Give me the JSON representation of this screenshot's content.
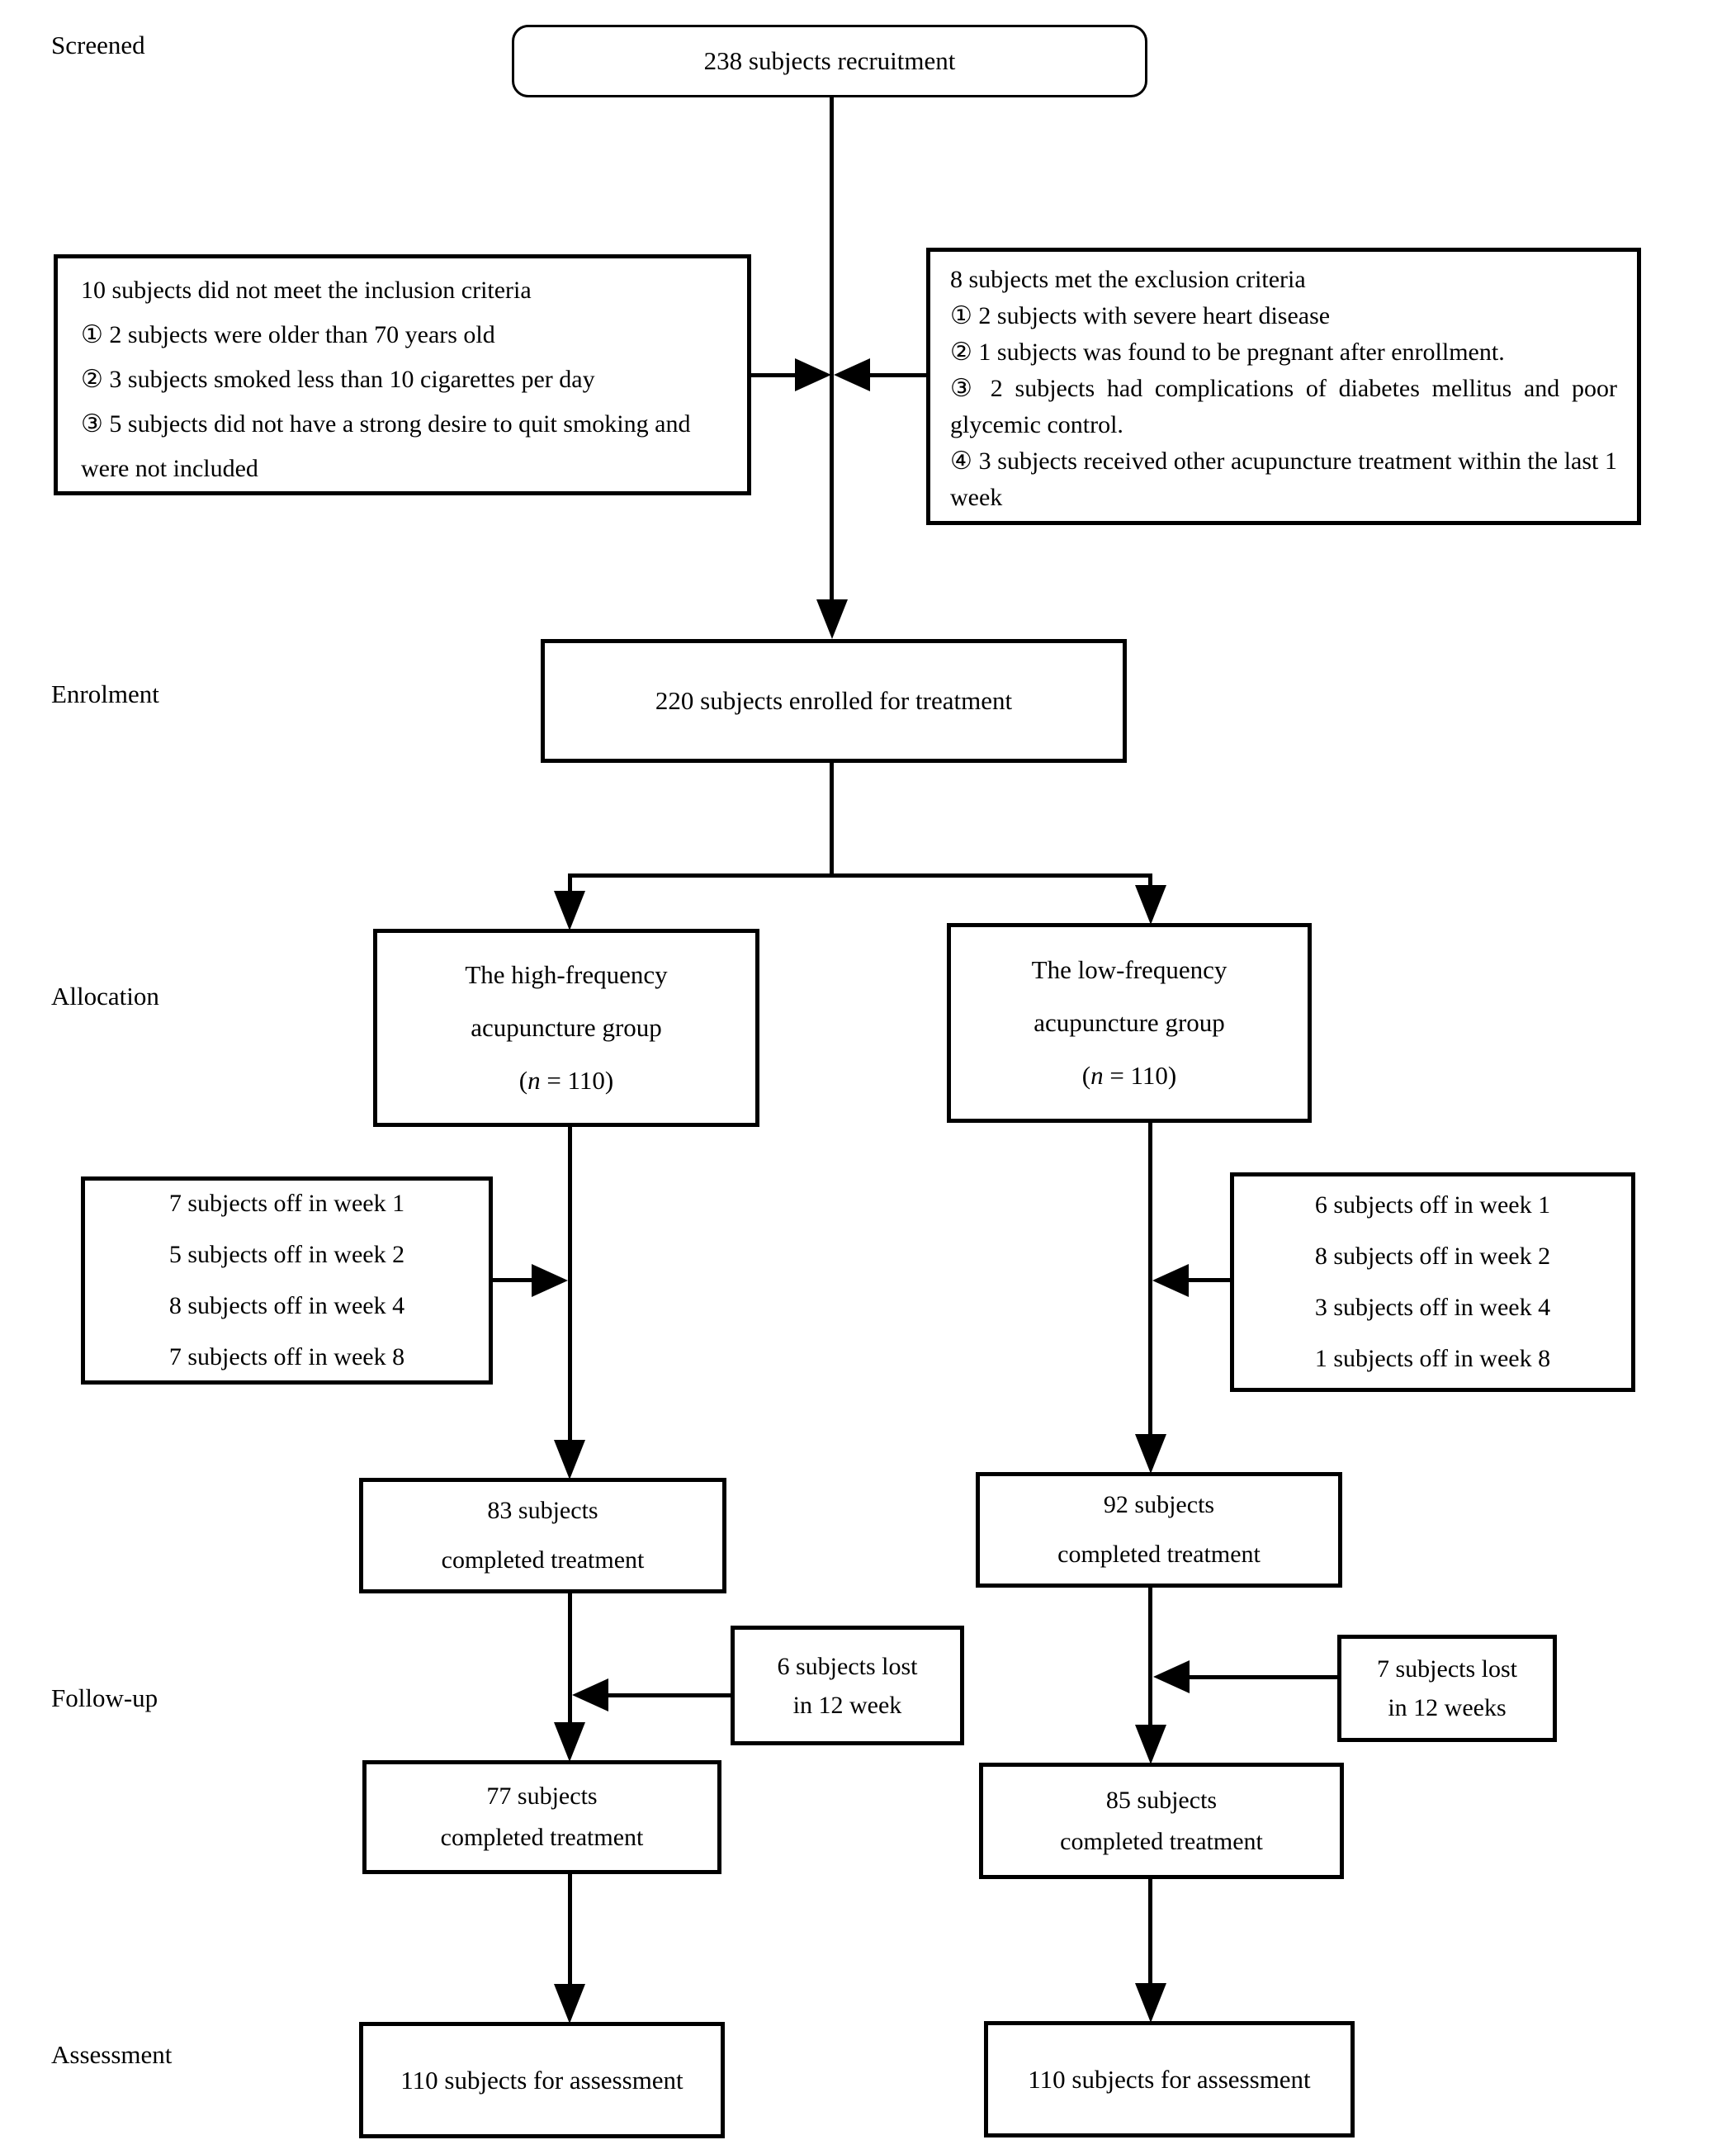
{
  "stage_labels": {
    "screened": "Screened",
    "enrolment": "Enrolment",
    "allocation": "Allocation",
    "followup": "Follow-up",
    "assessment": "Assessment"
  },
  "boxes": {
    "recruitment": "238 subjects recruitment",
    "inclusion": {
      "line1": "10 subjects did not meet the inclusion criteria",
      "line2": "① 2 subjects were older than 70 years old",
      "line3": "② 3 subjects smoked less than 10 cigarettes per day",
      "line4": "③ 5 subjects did not have a strong desire to quit smoking and were not included"
    },
    "exclusion": {
      "line1": "8 subjects met the exclusion criteria",
      "line2": "① 2 subjects with severe heart disease",
      "line3": "② 1 subjects was found to be pregnant after enrollment.",
      "line4": "③ 2 subjects had complications of diabetes mellitus and poor glycemic control.",
      "line5": "④ 3 subjects received other acupuncture treatment within the last 1 week"
    },
    "enrolled": "220 subjects enrolled for treatment",
    "group_high": {
      "line1": "The high-frequency",
      "line2": "acupuncture group",
      "n_prefix": "(",
      "n_var": "n",
      "n_suffix": " = 110)"
    },
    "group_low": {
      "line1": "The low-frequency",
      "line2": "acupuncture group",
      "n_prefix": "(",
      "n_var": "n",
      "n_suffix": " = 110)"
    },
    "dropout_high": {
      "line1": "7 subjects off in week 1",
      "line2": "5 subjects off in week 2",
      "line3": "8 subjects off in week 4",
      "line4": "7 subjects off in week 8"
    },
    "dropout_low": {
      "line1": "6 subjects off in week 1",
      "line2": "8 subjects off in week 2",
      "line3": "3 subjects off in week 4",
      "line4": "1 subjects off in week 8"
    },
    "completed_high": {
      "line1": "83 subjects",
      "line2": "completed treatment"
    },
    "completed_low": {
      "line1": "92 subjects",
      "line2": "completed treatment"
    },
    "lost_high": {
      "line1": "6 subjects lost",
      "line2": "in 12 week"
    },
    "lost_low": {
      "line1": "7 subjects lost",
      "line2": "in 12 weeks"
    },
    "followup_high": {
      "line1": "77 subjects",
      "line2": "completed treatment"
    },
    "followup_low": {
      "line1": "85 subjects",
      "line2": "completed treatment"
    },
    "assessment_high": "110 subjects for assessment",
    "assessment_low": "110 subjects for assessment"
  }
}
